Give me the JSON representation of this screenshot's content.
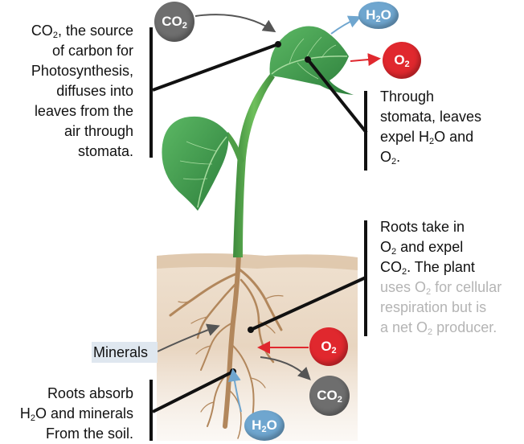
{
  "colors": {
    "co2_badge": "#6e6e6e",
    "h2o_badge": "#6fa6cf",
    "o2_badge": "#e0282e",
    "leaf": "#3d9a4c",
    "stem": "#59a850",
    "soil": "#e9d7c4",
    "root": "#b2875c"
  },
  "badges": {
    "co2_top": {
      "base": "CO",
      "sub": "2"
    },
    "h2o_top": {
      "base": "H",
      "sub": "2",
      "tail": "O"
    },
    "o2_top": {
      "base": "O",
      "sub": "2"
    },
    "o2_root": {
      "base": "O",
      "sub": "2"
    },
    "co2_root": {
      "base": "CO",
      "sub": "2"
    },
    "h2o_bottom": {
      "base": "H",
      "sub": "2",
      "tail": "O"
    }
  },
  "captions": {
    "co2_source": {
      "l1a": "CO",
      "l1sub": "2",
      "l1b": ", the source",
      "l2": "of carbon for",
      "l3": "Photosynthesis,",
      "l4": "diffuses into",
      "l5": "leaves from the",
      "l6": "air through",
      "l7": "stomata."
    },
    "stomata": {
      "l1": "Through",
      "l2": "stomata, leaves",
      "l3a": "expel H",
      "l3sub": "2",
      "l3b": "O and",
      "l4a": "O",
      "l4sub": "2",
      "l4b": "."
    },
    "roots_take": {
      "l1": "Roots take in",
      "l2a": "O",
      "l2sub": "2",
      "l2b": " and expel",
      "l3a": "CO",
      "l3sub": "2",
      "l3b": ". The plant",
      "l4a": "uses O",
      "l4sub": "2",
      "l4b": " for cellular",
      "l5": "respiration but is",
      "l6a": "a net O",
      "l6sub": "2",
      "l6b": " producer."
    },
    "roots_absorb": {
      "l1": "Roots absorb",
      "l2a": "H",
      "l2sub": "2",
      "l2b": "O and minerals",
      "l3": "From the soil."
    },
    "minerals": "Minerals"
  }
}
